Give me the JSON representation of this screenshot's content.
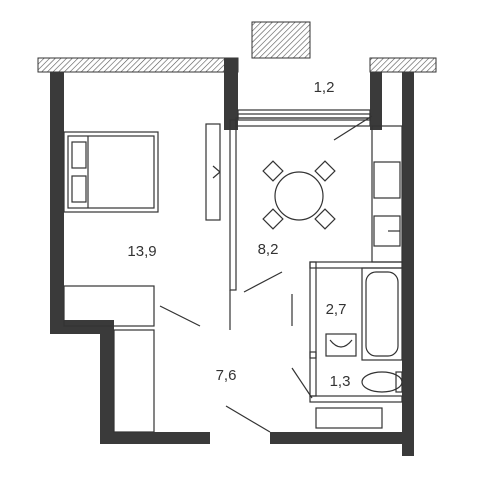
{
  "rooms": [
    {
      "id": "balcony",
      "area": "1,2"
    },
    {
      "id": "bedroom",
      "area": "13,9"
    },
    {
      "id": "kitchen",
      "area": "8,2"
    },
    {
      "id": "bathroom",
      "area": "2,7"
    },
    {
      "id": "hallway",
      "area": "7,6"
    },
    {
      "id": "toilet",
      "area": "1,3"
    }
  ],
  "colors": {
    "wall_dark": "#3a3a3a",
    "line": "#333333",
    "background": "#ffffff"
  }
}
